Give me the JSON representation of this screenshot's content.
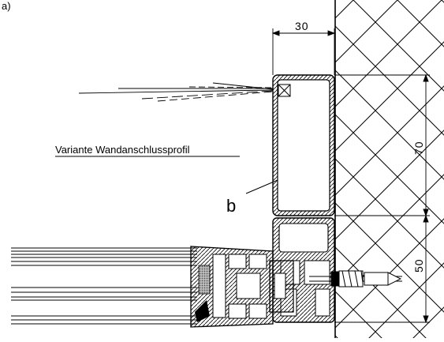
{
  "labels": {
    "prefix": "a)",
    "caption": "Variante Wandanschlussprofil",
    "mark_b": "b"
  },
  "dimensions": {
    "width_top": "30",
    "height_upper": "70",
    "height_lower": "50"
  },
  "colors": {
    "line": "#000000",
    "background": "#ffffff",
    "seal": "#8a8a8a"
  }
}
